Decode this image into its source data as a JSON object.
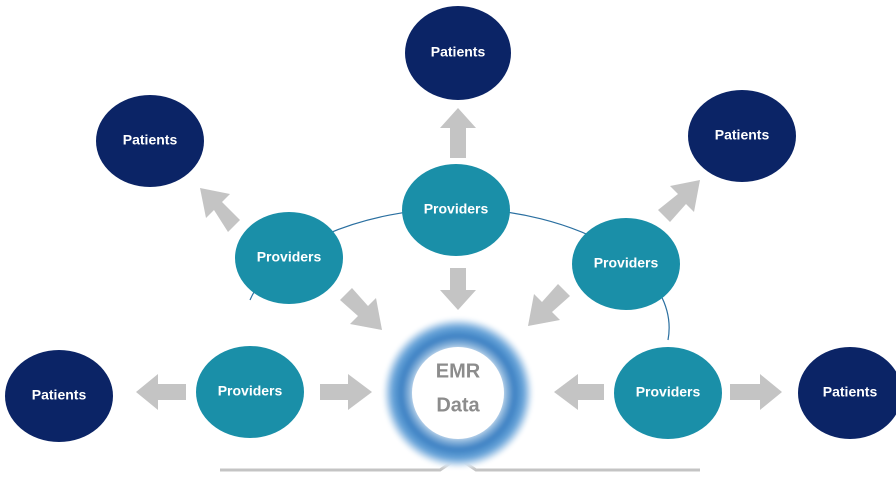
{
  "diagram": {
    "center": {
      "line1": "EMR",
      "line2": "Data"
    },
    "provider_label": "Providers",
    "patient_label": "Patients",
    "colors": {
      "patient": "#0b2466",
      "provider": "#1a8fa8",
      "arrow": "#c4c4c4",
      "connector": "#2a6fa0",
      "center_text": "#8c8c8c"
    }
  }
}
